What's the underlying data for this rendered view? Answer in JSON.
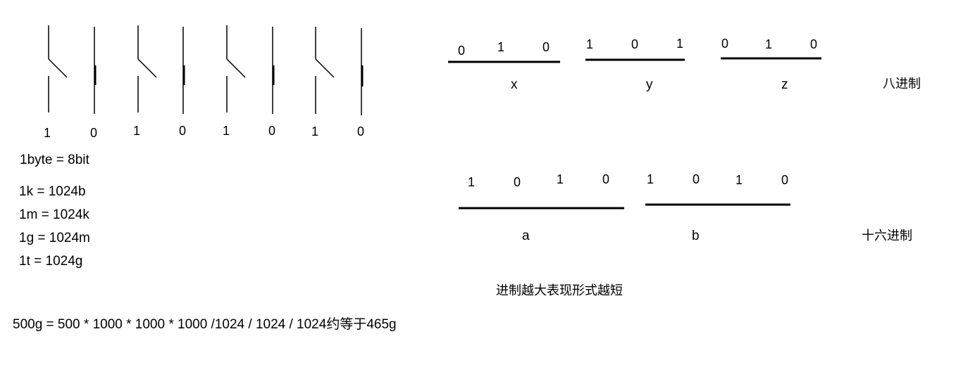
{
  "switches": {
    "bits": [
      "1",
      "0",
      "1",
      "0",
      "1",
      "0",
      "1",
      "0"
    ]
  },
  "units": {
    "byte_line": "1byte = 8bit",
    "k_line": "1k = 1024b",
    "m_line": "1m = 1024k",
    "g_line": "1g = 1024m",
    "t_line": "1t = 1024g"
  },
  "calc_line": "500g = 500 * 1000 * 1000 * 1000 /1024 / 1024 / 1024约等于465g",
  "octal": {
    "groups": [
      {
        "digits": [
          "0",
          "1",
          "0"
        ],
        "label": "x"
      },
      {
        "digits": [
          "1",
          "0",
          "1"
        ],
        "label": "y"
      },
      {
        "digits": [
          "0",
          "1",
          "0"
        ],
        "label": "z"
      }
    ],
    "title": "八进制"
  },
  "hex": {
    "groups": [
      {
        "digits": [
          "1",
          "0",
          "1",
          "0"
        ],
        "label": "a"
      },
      {
        "digits": [
          "1",
          "0",
          "1",
          "0"
        ],
        "label": "b"
      }
    ],
    "title": "十六进制"
  },
  "note": "进制越大表现形式越短"
}
